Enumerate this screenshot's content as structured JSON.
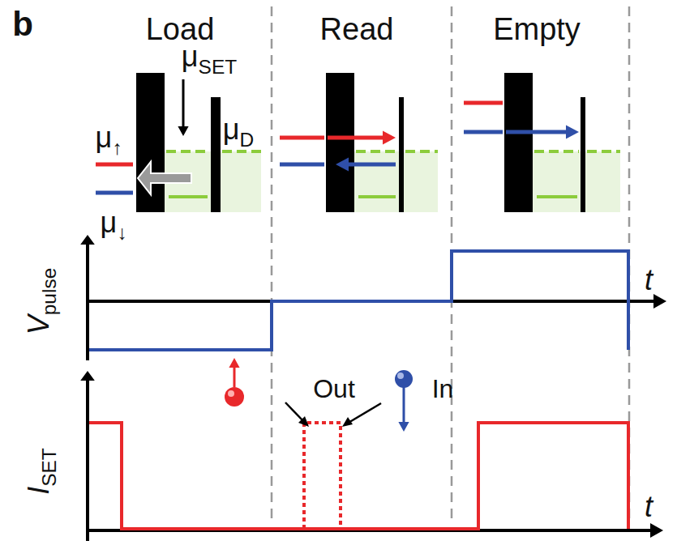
{
  "diagram": {
    "labels": [
      "b",
      "Load",
      "Read",
      "Empty",
      "μ",
      "SET",
      "μ",
      "D",
      "μ",
      "↑",
      "μ",
      "↓",
      "V",
      "pulse",
      "t",
      "I",
      "SET",
      "t",
      "Out",
      "In"
    ]
  }
}
